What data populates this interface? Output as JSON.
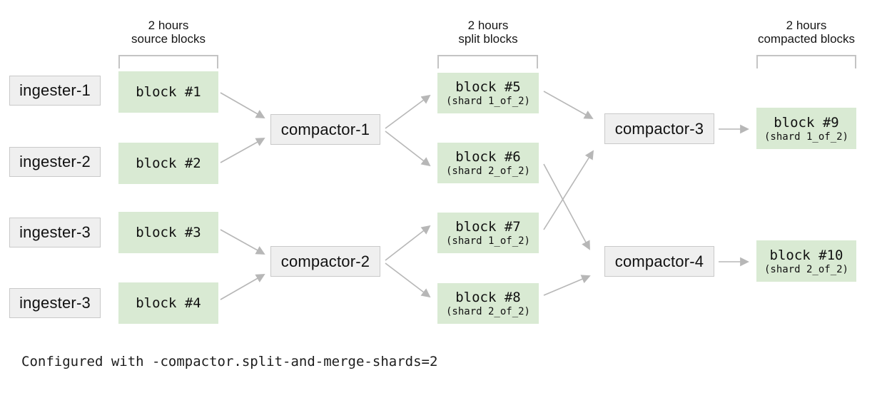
{
  "column_headers": [
    {
      "id": "source",
      "line1": "2 hours",
      "line2": "source blocks"
    },
    {
      "id": "split",
      "line1": "2 hours",
      "line2": "split blocks"
    },
    {
      "id": "compacted",
      "line1": "2 hours",
      "line2": "compacted blocks"
    }
  ],
  "ingesters": [
    {
      "label": "ingester-1"
    },
    {
      "label": "ingester-2"
    },
    {
      "label": "ingester-3"
    },
    {
      "label": "ingester-3"
    }
  ],
  "source_blocks": [
    {
      "label": "block #1"
    },
    {
      "label": "block #2"
    },
    {
      "label": "block #3"
    },
    {
      "label": "block #4"
    }
  ],
  "stage1_compactors": [
    {
      "label": "compactor-1"
    },
    {
      "label": "compactor-2"
    }
  ],
  "split_blocks": [
    {
      "label": "block #5",
      "shard": "(shard 1_of_2)"
    },
    {
      "label": "block #6",
      "shard": "(shard 2_of_2)"
    },
    {
      "label": "block #7",
      "shard": "(shard 1_of_2)"
    },
    {
      "label": "block #8",
      "shard": "(shard 2_of_2)"
    }
  ],
  "stage2_compactors": [
    {
      "label": "compactor-3"
    },
    {
      "label": "compactor-4"
    }
  ],
  "compacted_blocks": [
    {
      "label": "block #9",
      "shard": "(shard 1_of_2)"
    },
    {
      "label": "block #10",
      "shard": "(shard 2_of_2)"
    }
  ],
  "edges": [
    {
      "from": "block-1",
      "to": "compactor-1"
    },
    {
      "from": "block-2",
      "to": "compactor-1"
    },
    {
      "from": "block-3",
      "to": "compactor-2"
    },
    {
      "from": "block-4",
      "to": "compactor-2"
    },
    {
      "from": "compactor-1",
      "to": "block-5"
    },
    {
      "from": "compactor-1",
      "to": "block-6"
    },
    {
      "from": "compactor-2",
      "to": "block-7"
    },
    {
      "from": "compactor-2",
      "to": "block-8"
    },
    {
      "from": "block-5",
      "to": "compactor-3"
    },
    {
      "from": "block-6",
      "to": "compactor-4"
    },
    {
      "from": "block-7",
      "to": "compactor-3"
    },
    {
      "from": "block-8",
      "to": "compactor-4"
    },
    {
      "from": "compactor-3",
      "to": "block-9"
    },
    {
      "from": "compactor-4",
      "to": "block-10"
    }
  ],
  "caption": "Configured with -compactor.split-and-merge-shards=2",
  "colors": {
    "block_fill": "#d9ead3",
    "node_fill": "#efefef",
    "node_border": "#c9c9c9",
    "arrow": "#b7b7b7",
    "bracket": "#c4c4c4",
    "text": "#111111"
  }
}
